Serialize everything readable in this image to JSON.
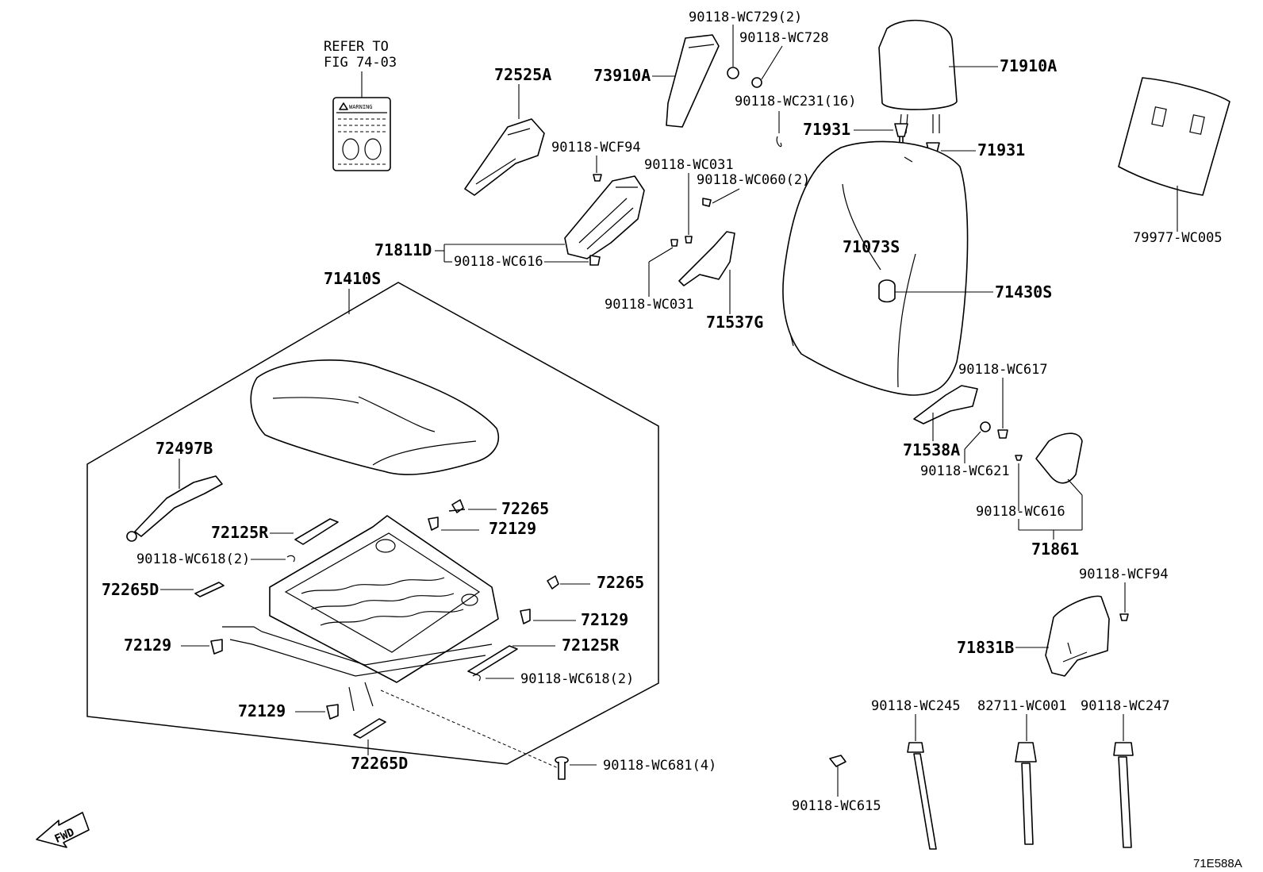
{
  "note": {
    "line1": "REFER TO",
    "line2": "FIG 74-03",
    "warning_label_text": "WARNING"
  },
  "labels": {
    "p72525A": "72525A",
    "p73910A": "73910A",
    "pWC729": "90118-WC729(2)",
    "pWC728": "90118-WC728",
    "pWC231": "90118-WC231(16)",
    "p71910A": "71910A",
    "p71931a": "71931",
    "p71931b": "71931",
    "p79977": "79977-WC005",
    "pWCF94a": "90118-WCF94",
    "pWC031a": "90118-WC031",
    "pWC060": "90118-WC060(2)",
    "p71811D": "71811D",
    "pWC616a": "90118-WC616",
    "p71410S": "71410S",
    "pWC031b": "90118-WC031",
    "p71537G": "71537G",
    "p71073S": "71073S",
    "p71430S": "71430S",
    "pWC617": "90118-WC617",
    "p71538A": "71538A",
    "pWC621": "90118-WC621",
    "pWC616b": "90118-WC616",
    "p71861": "71861",
    "pWCF94b": "90118-WCF94",
    "p71831B": "71831B",
    "p72497B": "72497B",
    "p72265a": "72265",
    "p72129a": "72129",
    "p72125Ra": "72125R",
    "pWC618a": "90118-WC618(2)",
    "p72265Da": "72265D",
    "p72265b": "72265",
    "p72129b": "72129",
    "p72125Rb": "72125R",
    "p72129c": "72129",
    "pWC618b": "90118-WC618(2)",
    "p72129d": "72129",
    "p72265Db": "72265D",
    "pWC681": "90118-WC681(4)",
    "pWC245": "90118-WC245",
    "p82711": "82711-WC001",
    "pWC247": "90118-WC247",
    "pWC615": "90118-WC615"
  },
  "fwd": "FWD",
  "figure_code": "71E588A"
}
